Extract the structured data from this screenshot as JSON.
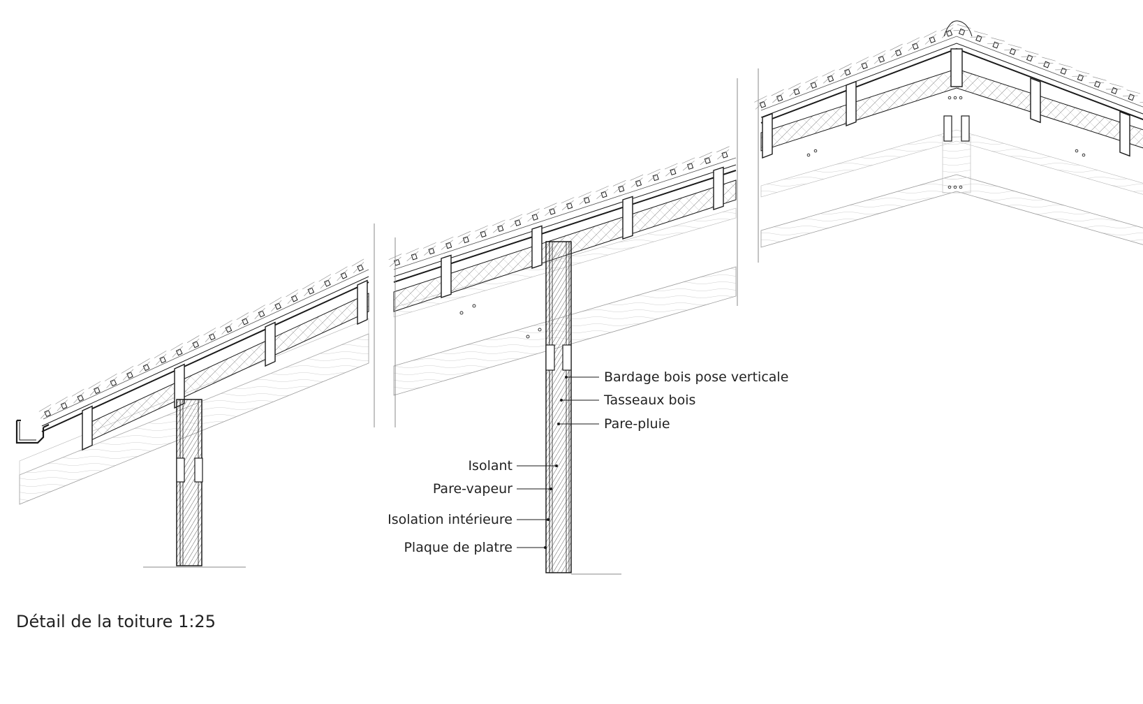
{
  "caption": "Détail de la toiture 1:25",
  "labels": {
    "right": [
      {
        "id": "bardage",
        "text": "Bardage bois pose verticale"
      },
      {
        "id": "tasseaux",
        "text": "Tasseaux bois"
      },
      {
        "id": "pare_pluie",
        "text": "Pare-pluie"
      }
    ],
    "left": [
      {
        "id": "isolant",
        "text": "Isolant"
      },
      {
        "id": "pare_vapeur",
        "text": "Pare-vapeur"
      },
      {
        "id": "isolation_int",
        "text": "Isolation intérieure"
      },
      {
        "id": "plaque",
        "text": "Plaque de platre"
      }
    ]
  },
  "colors": {
    "ink": "#1a1a1a",
    "light": "#9a9a9a",
    "wood": "#c8c8c8"
  }
}
